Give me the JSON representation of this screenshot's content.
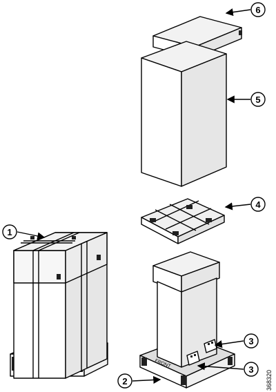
{
  "colors": {
    "line": "#000000",
    "face_light": "#ffffff",
    "face_mid": "#f0f0f0",
    "face_dark": "#dedede",
    "accent_dark": "#202020"
  },
  "callouts": [
    {
      "number": "1"
    },
    {
      "number": "2"
    },
    {
      "number": "3"
    },
    {
      "number": "3"
    },
    {
      "number": "4"
    },
    {
      "number": "5"
    },
    {
      "number": "6"
    }
  ],
  "pallet_front_label": "FRONT",
  "figure_id": "368320"
}
